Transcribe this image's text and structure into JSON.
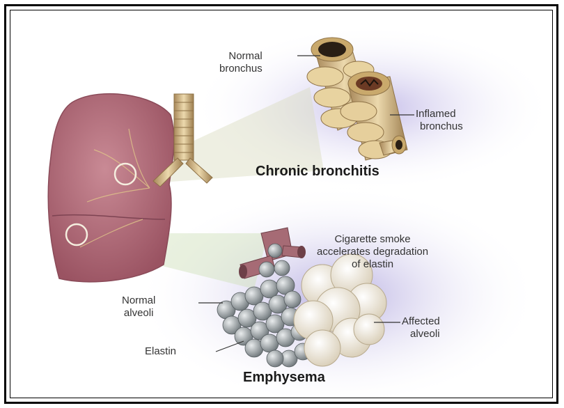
{
  "labels": {
    "normal_bronchus": [
      "Normal",
      "bronchus"
    ],
    "inflamed_bronchus": [
      "Inflamed",
      "bronchus"
    ],
    "chronic_bronchitis": "Chronic bronchitis",
    "cigarette_smoke": [
      "Cigarette smoke",
      "accelerates degradation",
      "of elastin"
    ],
    "normal_alveoli": [
      "Normal",
      "alveoli"
    ],
    "affected_alveoli": [
      "Affected",
      "alveoli"
    ],
    "elastin": "Elastin",
    "emphysema": "Emphysema"
  },
  "colors": {
    "lung": "#b56b78",
    "airway": "#d8c08a",
    "glow": "#c9c2e8",
    "alveoli": "#9aa2a6",
    "affected": "#efe9dc"
  }
}
